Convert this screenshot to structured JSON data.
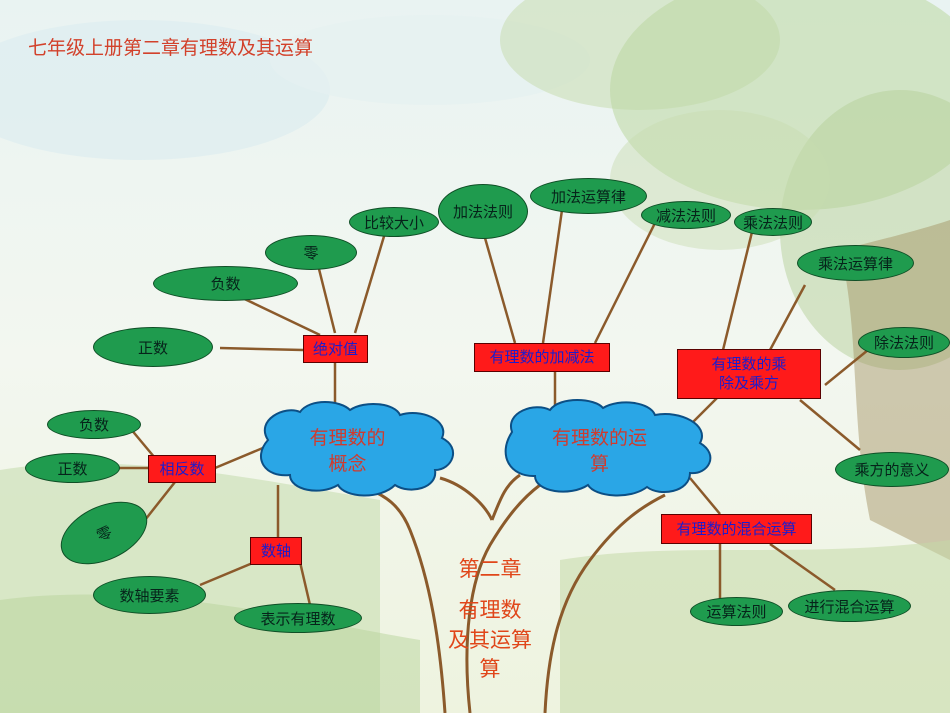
{
  "title": "七年级上册第二章有理数及其运算",
  "center": {
    "line1": "第二章",
    "line2": "有理数",
    "line3": "及其运算",
    "line4": "算"
  },
  "clouds": {
    "concept_1": "有理数的",
    "concept_2": "概念",
    "operation_1": "有理数的运",
    "operation_2": "算"
  },
  "boxes": {
    "absolute_value": "绝对值",
    "opposite": "相反数",
    "number_line": "数轴",
    "add_sub": "有理数的加减法",
    "mul_div_1": "有理数的乘",
    "mul_div_2": "除及乘方",
    "mixed": "有理数的混合运算"
  },
  "ovals": {
    "positive_1": "正数",
    "negative_1": "负数",
    "zero_1": "零",
    "compare": "比较大小",
    "add_rule": "加法法则",
    "add_law": "加法运算律",
    "sub_rule": "减法法则",
    "mul_rule": "乘法法则",
    "mul_law": "乘法运算律",
    "div_rule": "除法法则",
    "power_meaning": "乘方的意义",
    "negative_2": "负数",
    "positive_2": "正数",
    "zero_2": "零",
    "axis_elements": "数轴要素",
    "represent": "表示有理数",
    "op_rule": "运算法则",
    "do_mixed": "进行混合运算"
  },
  "colors": {
    "oval": "#1f9b4e",
    "box": "#ff1a1a",
    "box_text": "#1d1dcc",
    "cloud": "#2aa6e6",
    "title": "#d2412b",
    "branch": "#8b5a2b"
  }
}
